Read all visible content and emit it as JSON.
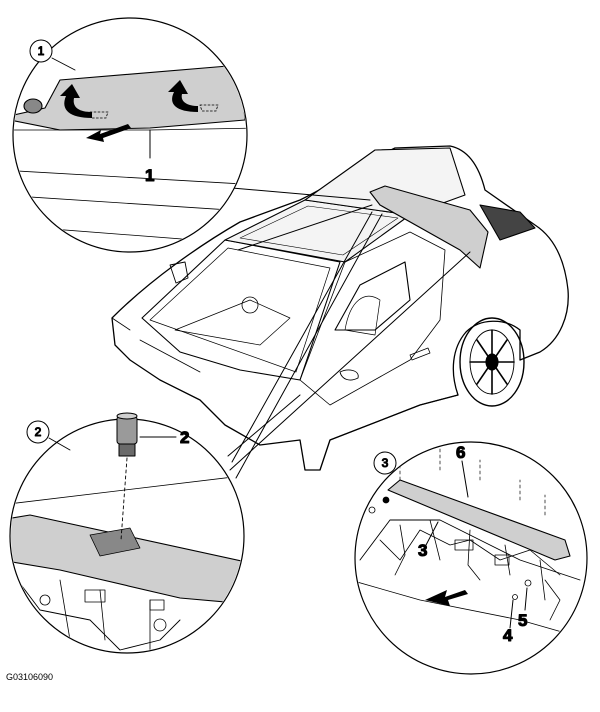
{
  "figure_code": "G03106090",
  "views": [
    {
      "id": "1",
      "callouts": [
        "1"
      ]
    },
    {
      "id": "2",
      "callouts": [
        "2"
      ]
    },
    {
      "id": "3",
      "callouts": [
        "6",
        "3",
        "5",
        "4"
      ]
    }
  ]
}
